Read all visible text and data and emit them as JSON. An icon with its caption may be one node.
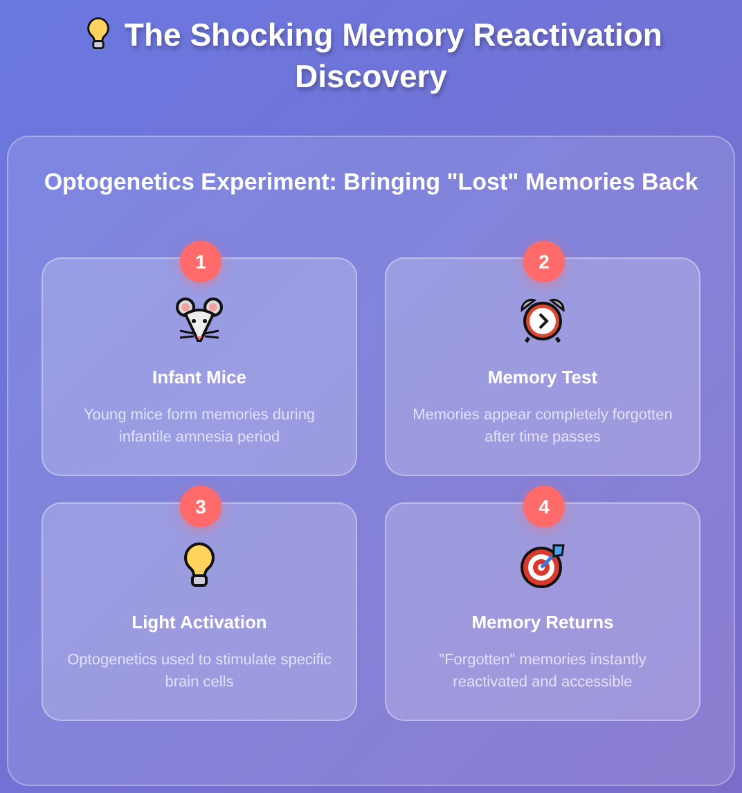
{
  "diagram": {
    "title": "The Shocking Memory Reactivation Discovery",
    "nodes": [
      {
        "text": [
          "Optogenetics Experiment: Bringing \"Lost\" Memories Back"
        ]
      },
      {
        "text": [
          "1"
        ],
        "in": 0
      },
      {
        "text": [
          "Infant Mice",
          "Young mice form memories during infantile amnesia period"
        ],
        "in": 0
      },
      {
        "text": [
          "2"
        ],
        "in": 0
      },
      {
        "text": [
          "Memory Test",
          "Memories appear completely forgotten after time passes"
        ],
        "in": 0
      },
      {
        "text": [
          "3"
        ],
        "in": 0
      },
      {
        "text": [
          "Light Activation",
          "Optogenetics used to stimulate specific brain cells"
        ],
        "in": 0
      },
      {
        "text": [
          "4"
        ],
        "in": 0
      },
      {
        "text": [
          "Memory Returns",
          "\"Forgotten\" memories instantly reactivated and accessible"
        ],
        "in": 0
      }
    ]
  }
}
